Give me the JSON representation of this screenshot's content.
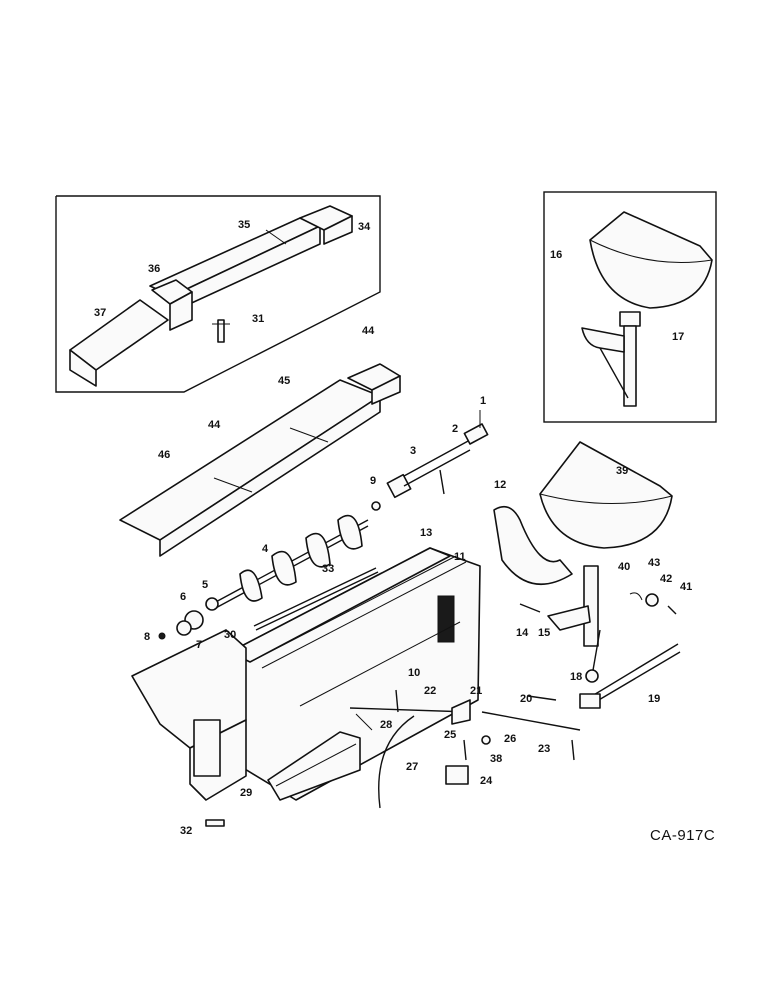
{
  "diagram": {
    "code": "CA-917C",
    "callouts": [
      "1",
      "2",
      "3",
      "4",
      "5",
      "6",
      "7",
      "8",
      "9",
      "10",
      "11",
      "12",
      "13",
      "14",
      "15",
      "16",
      "17",
      "18",
      "19",
      "20",
      "21",
      "22",
      "23",
      "24",
      "25",
      "26",
      "27",
      "28",
      "29",
      "30",
      "31",
      "32",
      "33",
      "34",
      "35",
      "36",
      "37",
      "38",
      "39",
      "40",
      "41",
      "42",
      "43",
      "44",
      "45",
      "46"
    ]
  }
}
